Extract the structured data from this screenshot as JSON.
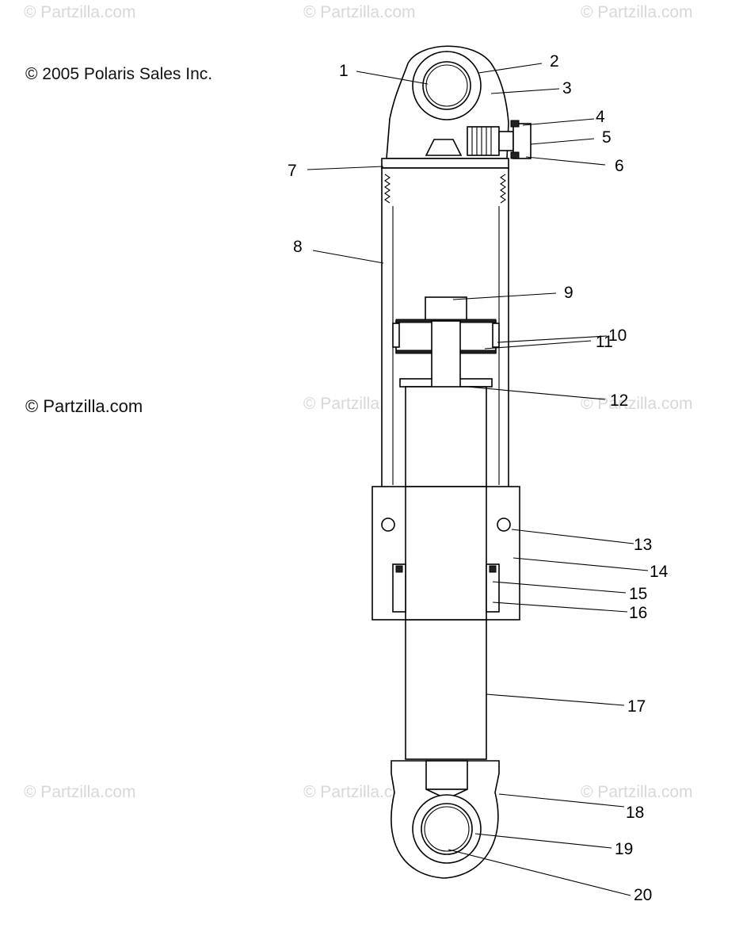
{
  "copyright": "© 2005 Polaris Sales Inc.",
  "site_mark": "© Partzilla.com",
  "watermark": "© Partzilla.com",
  "callouts": [
    {
      "id": "1",
      "label": "1"
    },
    {
      "id": "2",
      "label": "2"
    },
    {
      "id": "3",
      "label": "3"
    },
    {
      "id": "4",
      "label": "4"
    },
    {
      "id": "5",
      "label": "5"
    },
    {
      "id": "6",
      "label": "6"
    },
    {
      "id": "7",
      "label": "7"
    },
    {
      "id": "8",
      "label": "8"
    },
    {
      "id": "9",
      "label": "9"
    },
    {
      "id": "10",
      "label": "10"
    },
    {
      "id": "11",
      "label": "11"
    },
    {
      "id": "12",
      "label": "12"
    },
    {
      "id": "13",
      "label": "13"
    },
    {
      "id": "14",
      "label": "14"
    },
    {
      "id": "15",
      "label": "15"
    },
    {
      "id": "16",
      "label": "16"
    },
    {
      "id": "17",
      "label": "17"
    },
    {
      "id": "18",
      "label": "18"
    },
    {
      "id": "19",
      "label": "19"
    },
    {
      "id": "20",
      "label": "20"
    }
  ]
}
